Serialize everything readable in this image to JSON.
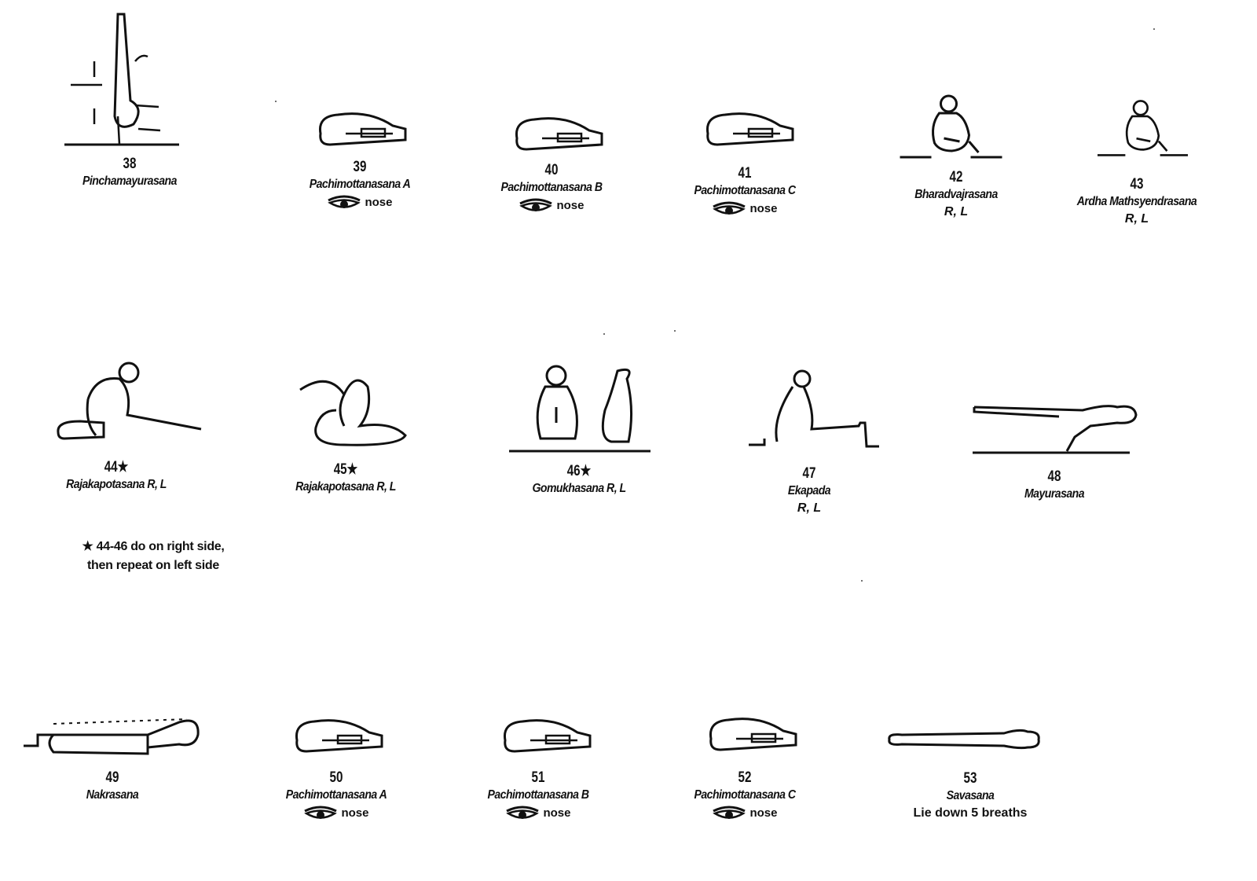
{
  "poses": [
    {
      "num": "38",
      "name": "Pinchamayurasana"
    },
    {
      "num": "39",
      "name": "Pachimottanasana A",
      "gaze": "nose"
    },
    {
      "num": "40",
      "name": "Pachimottanasana B",
      "gaze": "nose"
    },
    {
      "num": "41",
      "name": "Pachimottanasana C",
      "gaze": "nose"
    },
    {
      "num": "42",
      "name": "Bharadvajrasana",
      "side": "R, L"
    },
    {
      "num": "43",
      "name": "Ardha Mathsyendrasana",
      "side": "R, L"
    },
    {
      "num": "44★",
      "name": "Rajakapotasana R, L"
    },
    {
      "num": "45★",
      "name": "Rajakapotasana R, L"
    },
    {
      "num": "46★",
      "name": "Gomukhasana R, L"
    },
    {
      "num": "47",
      "name": "Ekapada",
      "side": "R, L"
    },
    {
      "num": "48",
      "name": "Mayurasana"
    },
    {
      "num": "49",
      "name": "Nakrasana"
    },
    {
      "num": "50",
      "name": "Pachimottanasana A",
      "gaze": "nose"
    },
    {
      "num": "51",
      "name": "Pachimottanasana B",
      "gaze": "nose"
    },
    {
      "num": "52",
      "name": "Pachimottanasana C",
      "gaze": "nose"
    },
    {
      "num": "53",
      "name": "Savasana",
      "side": "Lie down 5 breaths"
    }
  ],
  "note": {
    "line1": "★ 44-46 do on right side,",
    "line2": "then repeat on left side"
  },
  "colors": {
    "ink": "#111111",
    "paper": "#ffffff"
  }
}
